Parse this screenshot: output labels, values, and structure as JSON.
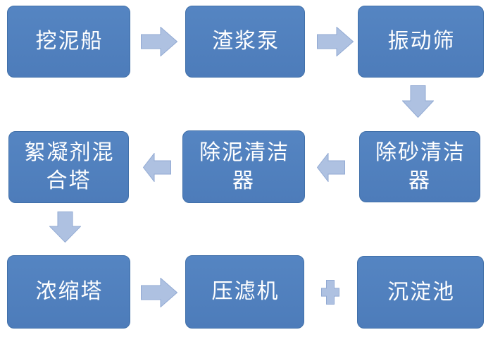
{
  "diagram": {
    "type": "flowchart",
    "background": "#ffffff",
    "nodes": [
      {
        "id": "dredger",
        "label": "挖泥船"
      },
      {
        "id": "slurry-pump",
        "label": "渣浆泵"
      },
      {
        "id": "vibrating-screen",
        "label": "振动筛"
      },
      {
        "id": "flocculant-mixing-tower",
        "label": "絮凝剂混合塔"
      },
      {
        "id": "desilting-cleaner",
        "label": "除泥清洁器"
      },
      {
        "id": "desanding-cleaner",
        "label": "除砂清洁器"
      },
      {
        "id": "thickening-tower",
        "label": "浓缩塔"
      },
      {
        "id": "filter-press",
        "label": "压滤机"
      },
      {
        "id": "sedimentation-tank",
        "label": "沉淀池"
      }
    ],
    "edges": [
      {
        "from": "dredger",
        "to": "slurry-pump",
        "connector": "arrow-right"
      },
      {
        "from": "slurry-pump",
        "to": "vibrating-screen",
        "connector": "arrow-right"
      },
      {
        "from": "vibrating-screen",
        "to": "desanding-cleaner",
        "connector": "arrow-down"
      },
      {
        "from": "desanding-cleaner",
        "to": "desilting-cleaner",
        "connector": "arrow-left"
      },
      {
        "from": "desilting-cleaner",
        "to": "flocculant-mixing-tower",
        "connector": "arrow-left"
      },
      {
        "from": "flocculant-mixing-tower",
        "to": "thickening-tower",
        "connector": "arrow-down"
      },
      {
        "from": "thickening-tower",
        "to": "filter-press",
        "connector": "arrow-right"
      },
      {
        "from": "filter-press",
        "to": "sedimentation-tank",
        "connector": "plus"
      }
    ],
    "colors": {
      "node-fill": "#4d7cba",
      "node-fill-top": "#5585c2",
      "node-border": "#4170a9",
      "node-text": "#ffffff",
      "connector-fill": "#aec1e1",
      "connector-border": "#92aad3",
      "background": "#ffffff"
    }
  }
}
